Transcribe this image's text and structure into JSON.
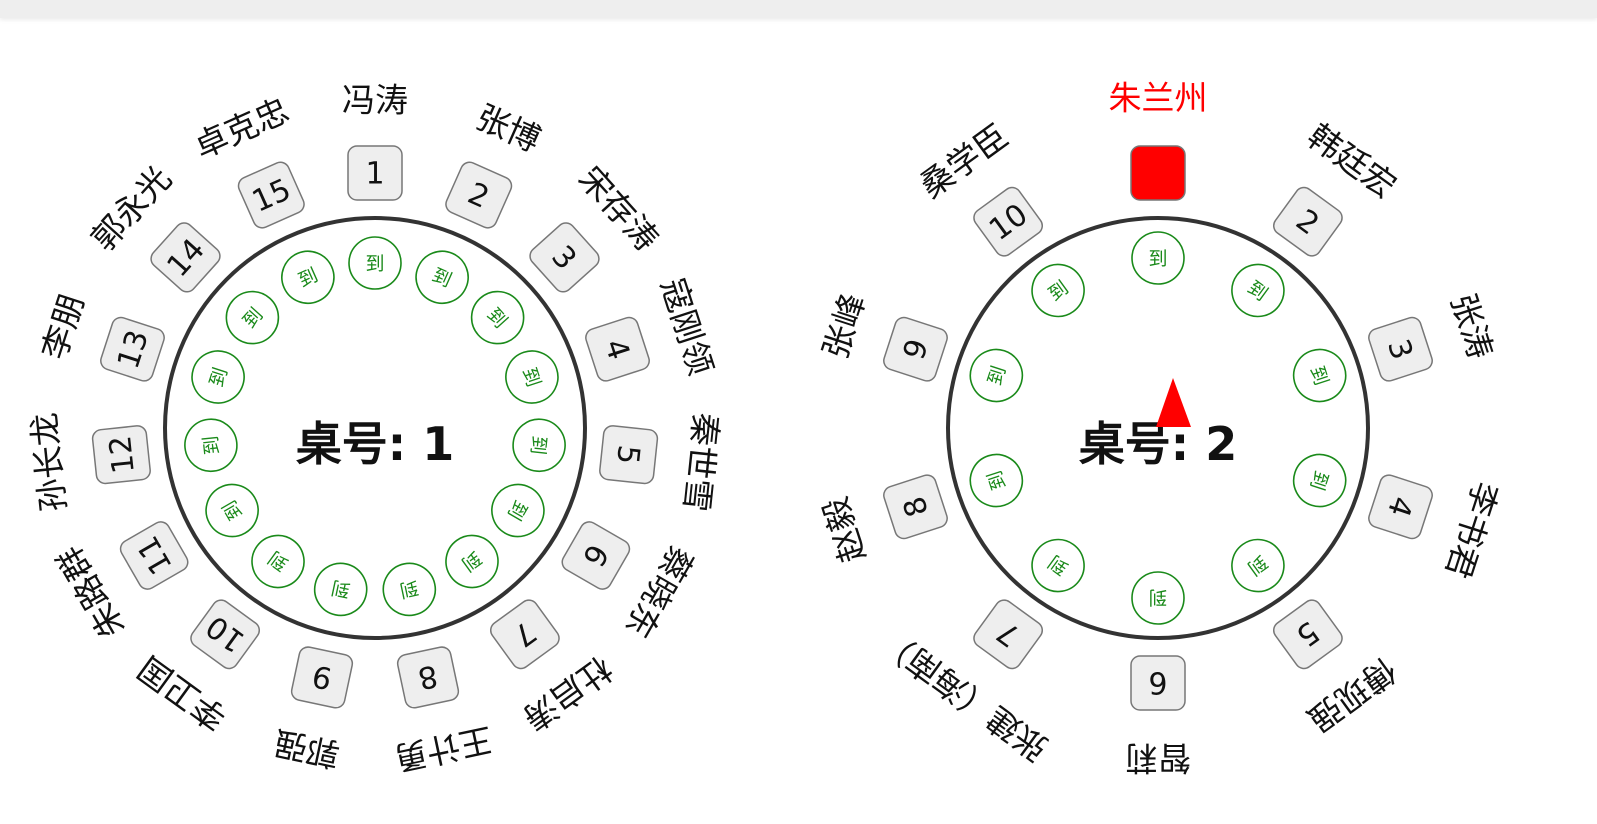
{
  "tables": [
    {
      "label": "桌号: 1",
      "checkin_mark": "到",
      "seats": [
        {
          "number": "1",
          "guest": "冯涛",
          "checked_in": true
        },
        {
          "number": "2",
          "guest": "张博",
          "checked_in": true
        },
        {
          "number": "3",
          "guest": "宋存涛",
          "checked_in": true
        },
        {
          "number": "4",
          "guest": "寇刚领",
          "checked_in": true
        },
        {
          "number": "5",
          "guest": "秦世雪",
          "checked_in": true
        },
        {
          "number": "6",
          "guest": "蔡晓东",
          "checked_in": true
        },
        {
          "number": "7",
          "guest": "杜启涛",
          "checked_in": true
        },
        {
          "number": "8",
          "guest": "王计勇",
          "checked_in": true
        },
        {
          "number": "9",
          "guest": "郭强",
          "checked_in": true
        },
        {
          "number": "10",
          "guest": "李卫国",
          "checked_in": true
        },
        {
          "number": "11",
          "guest": "朱路群",
          "checked_in": true
        },
        {
          "number": "12",
          "guest": "孙长龙",
          "checked_in": true
        },
        {
          "number": "13",
          "guest": "李朋",
          "checked_in": true
        },
        {
          "number": "14",
          "guest": "郭永光",
          "checked_in": true
        },
        {
          "number": "15",
          "guest": "卓克忠",
          "checked_in": true
        }
      ]
    },
    {
      "label": "桌号: 2",
      "checkin_mark": "到",
      "seats": [
        {
          "number": "",
          "guest": "朱兰州",
          "checked_in": true,
          "highlighted": true
        },
        {
          "number": "2",
          "guest": "韩廷宏",
          "checked_in": true
        },
        {
          "number": "3",
          "guest": "张涛",
          "checked_in": true
        },
        {
          "number": "4",
          "guest": "李书君",
          "checked_in": true
        },
        {
          "number": "5",
          "guest": "傅现强",
          "checked_in": true
        },
        {
          "number": "6",
          "guest": "智莉",
          "checked_in": true
        },
        {
          "number": "7",
          "guest": "张建（海南）",
          "checked_in": true
        },
        {
          "number": "8",
          "guest": "赵毅",
          "checked_in": true
        },
        {
          "number": "9",
          "guest": "张峰",
          "checked_in": true
        },
        {
          "number": "10",
          "guest": "桑学臣",
          "checked_in": true
        }
      ]
    }
  ],
  "colors": {
    "highlight": "#ff0000",
    "checkin": "#1a8a1a",
    "seat_fill": "#eeeeee"
  },
  "icons": {
    "pointer": "red-triangle-icon"
  }
}
